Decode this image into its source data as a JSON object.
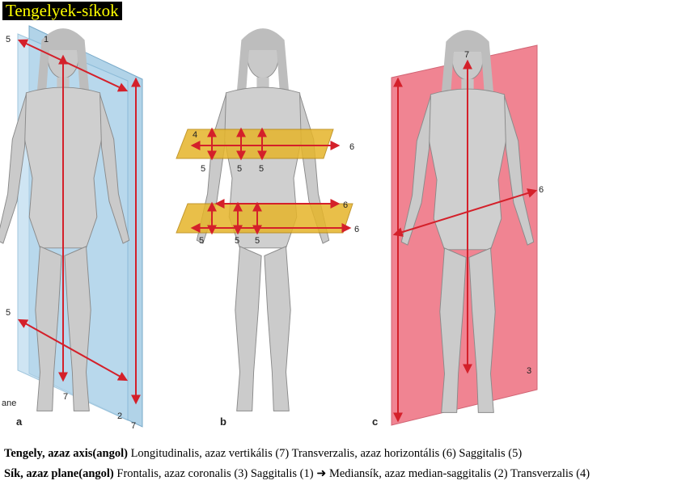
{
  "title": "Tengelyek-síkok",
  "figure": {
    "panel_labels": [
      "a",
      "b",
      "c"
    ],
    "panel_a_numbers": [
      "5",
      "1",
      "5",
      "7",
      "2",
      "7"
    ],
    "panel_a_edge_text": "ane",
    "panel_b_numbers": [
      "4",
      "6",
      "5",
      "5",
      "5",
      "6",
      "6",
      "5",
      "5",
      "5"
    ],
    "panel_c_numbers": [
      "7",
      "6",
      "3"
    ],
    "colors": {
      "frontal_plane": "#a9cfe6",
      "transverse_plane": "#e6b52a",
      "sagittal_plane": "#ee6f80",
      "axis_arrow": "#d4202a"
    }
  },
  "captions": {
    "line1_bold": "Tengely, azaz axis(angol)",
    "line1_text": "Longitudinalis, azaz vertikális (7) Transverzalis, azaz horizontális (6) Saggitalis (5)",
    "line2_bold": "Sík, azaz plane(angol)",
    "line2_text": "Frontalis, azaz coronalis (3) Saggitalis (1) ➜ Mediansík, azaz median-saggitalis (2) Transverzalis (4)"
  }
}
